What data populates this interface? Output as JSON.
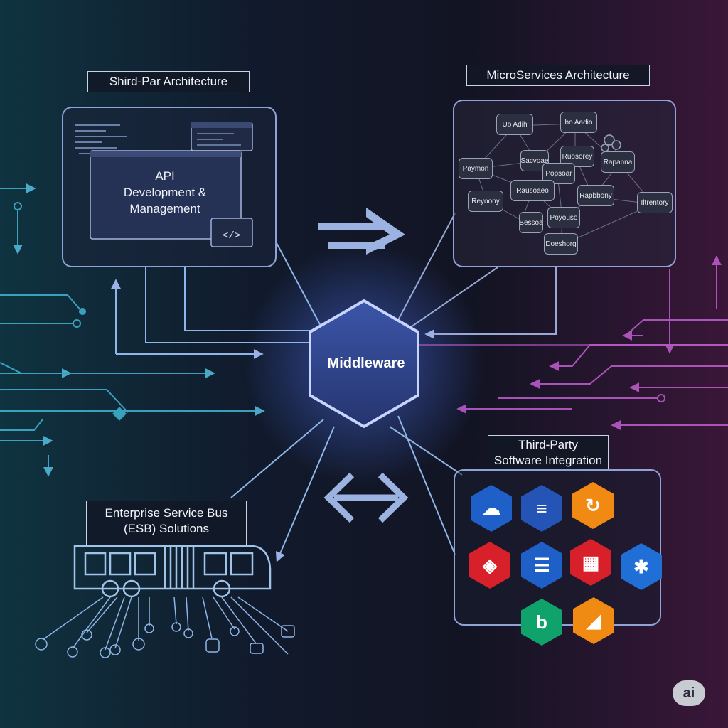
{
  "diagram": {
    "center": {
      "label": "Middleware"
    },
    "api_section": {
      "title": "Shird-Par Architecture",
      "panel_text": "API\nDevelopment &\nManagement"
    },
    "microservices_section": {
      "title": "MicroServices Architecture",
      "nodes": [
        "Uo Adih",
        "bo Aadio",
        "Sacvoae",
        "Ruosorey",
        "Rapanna",
        "Paymon",
        "Popsoar",
        "Rausoaeo",
        "Reyoony",
        "Rapbbony",
        "Iltrentory",
        "Bessoa",
        "Poyouso",
        "Doeshorg"
      ]
    },
    "third_party_section": {
      "title": "Third-Party\nSoftware Integration",
      "icons": [
        "cloud-icon",
        "stack-icon",
        "sync-icon",
        "box-icon",
        "database-icon",
        "grid-icon",
        "bluetooth-icon",
        "b-logo-icon",
        "tile-icon"
      ]
    },
    "esb_section": {
      "title": "Enterprise Service Bus\n(ESB) Solutions",
      "illustration": "bus-icon"
    },
    "badge": {
      "text": "ai"
    },
    "colors": {
      "accent_cyan": "#3fb7d6",
      "accent_magenta": "#c23fb0",
      "hexagon_fill": "#2c3f86",
      "hexagon_stroke": "#c7d4ff",
      "panel_stroke": "#8fa3d6"
    }
  }
}
